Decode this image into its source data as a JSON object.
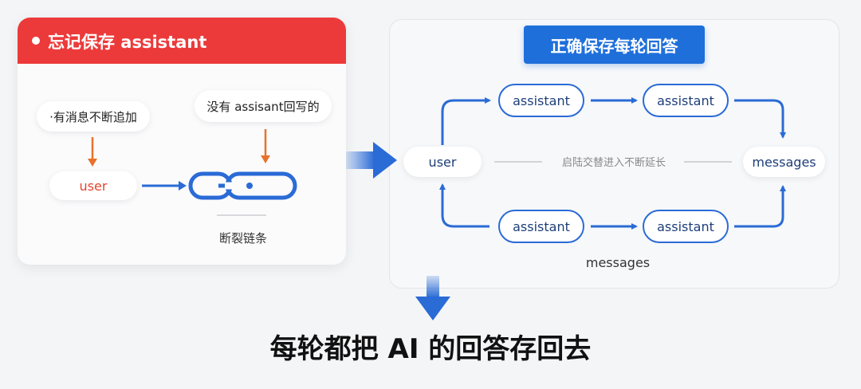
{
  "left": {
    "title": "忘记保存 assistant",
    "note_messages": "·有消息不断追加",
    "note_no_assistant": "没有 assisant回写的",
    "user": "user",
    "broken_chain": "断裂链条"
  },
  "right": {
    "title": "正确保存每轮回答",
    "user": "user",
    "assistant_nodes": [
      "assistant",
      "assistant",
      "assistant",
      "assistant"
    ],
    "messages_node": "messages",
    "center_label": "启陆交替进入不断延长",
    "messages_label": "messages"
  },
  "caption": "每轮都把 AI 的回答存回去",
  "colors": {
    "red_header": "#ec3a3a",
    "orange_arrow": "#e8712c",
    "blue": "#2a6bd6",
    "blue_header": "#1f6fdb"
  },
  "icons": {
    "broken_chain": "broken-chain-icon",
    "transition_arrow": "right-arrow-icon",
    "down_arrow": "down-arrow-icon"
  }
}
